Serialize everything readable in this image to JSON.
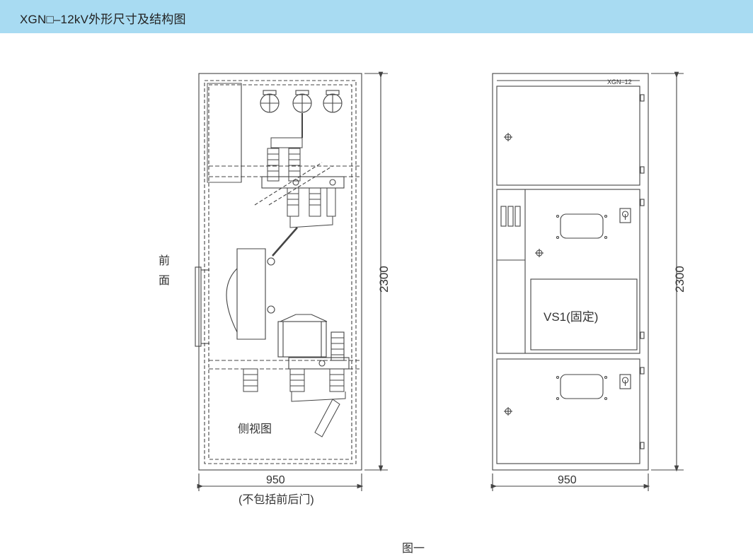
{
  "header": {
    "title": "XGN□–12kV外形尺寸及结构图"
  },
  "side_view": {
    "front_label_1": "前",
    "front_label_2": "面",
    "height_dim": "2300",
    "width_dim": "950",
    "width_note": "(不包括前后门)",
    "view_label": "侧视图"
  },
  "front_view": {
    "model_tag": "XGN–12",
    "breaker_label": "VS1(固定)",
    "height_dim": "2300",
    "width_dim": "950"
  },
  "figure_caption": "图一",
  "colors": {
    "header_bg": "#a8dbf2",
    "line": "#444444"
  }
}
